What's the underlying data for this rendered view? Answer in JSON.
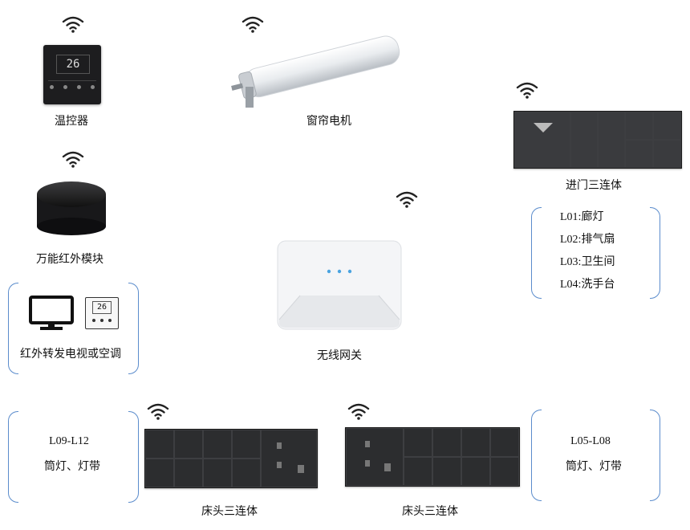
{
  "devices": {
    "thermostat": {
      "label": "温控器",
      "icon": "thermostat-icon"
    },
    "curtain_motor": {
      "label": "窗帘电机",
      "icon": "curtain-motor-icon"
    },
    "entry_panel": {
      "label": "进门三连体",
      "icon": "entry-switch-panel-icon",
      "loads": [
        {
          "code": "L01:",
          "name": "廊灯"
        },
        {
          "code": "L02:",
          "name": "排气扇"
        },
        {
          "code": "L03:",
          "name": "卫生间"
        },
        {
          "code": "L04:",
          "name": "洗手台"
        }
      ]
    },
    "ir_module": {
      "label": "万能红外模块",
      "icon": "ir-module-icon"
    },
    "ir_forward": {
      "label": "红外转发电视或空调",
      "icon": "tv-ac-icon"
    },
    "gateway": {
      "label": "无线网关",
      "icon": "gateway-icon"
    },
    "bedside_left": {
      "label": "床头三连体",
      "icon": "bedside-switch-panel-icon",
      "range": "L09-L12",
      "desc": "筒灯、灯带"
    },
    "bedside_right": {
      "label": "床头三连体",
      "icon": "bedside-switch-panel-icon",
      "range": "L05-L08",
      "desc": "筒灯、灯带"
    }
  },
  "colors": {
    "bracket": "#5b8ccc",
    "panel": "#2c2d2f",
    "wifi": "#222222"
  }
}
